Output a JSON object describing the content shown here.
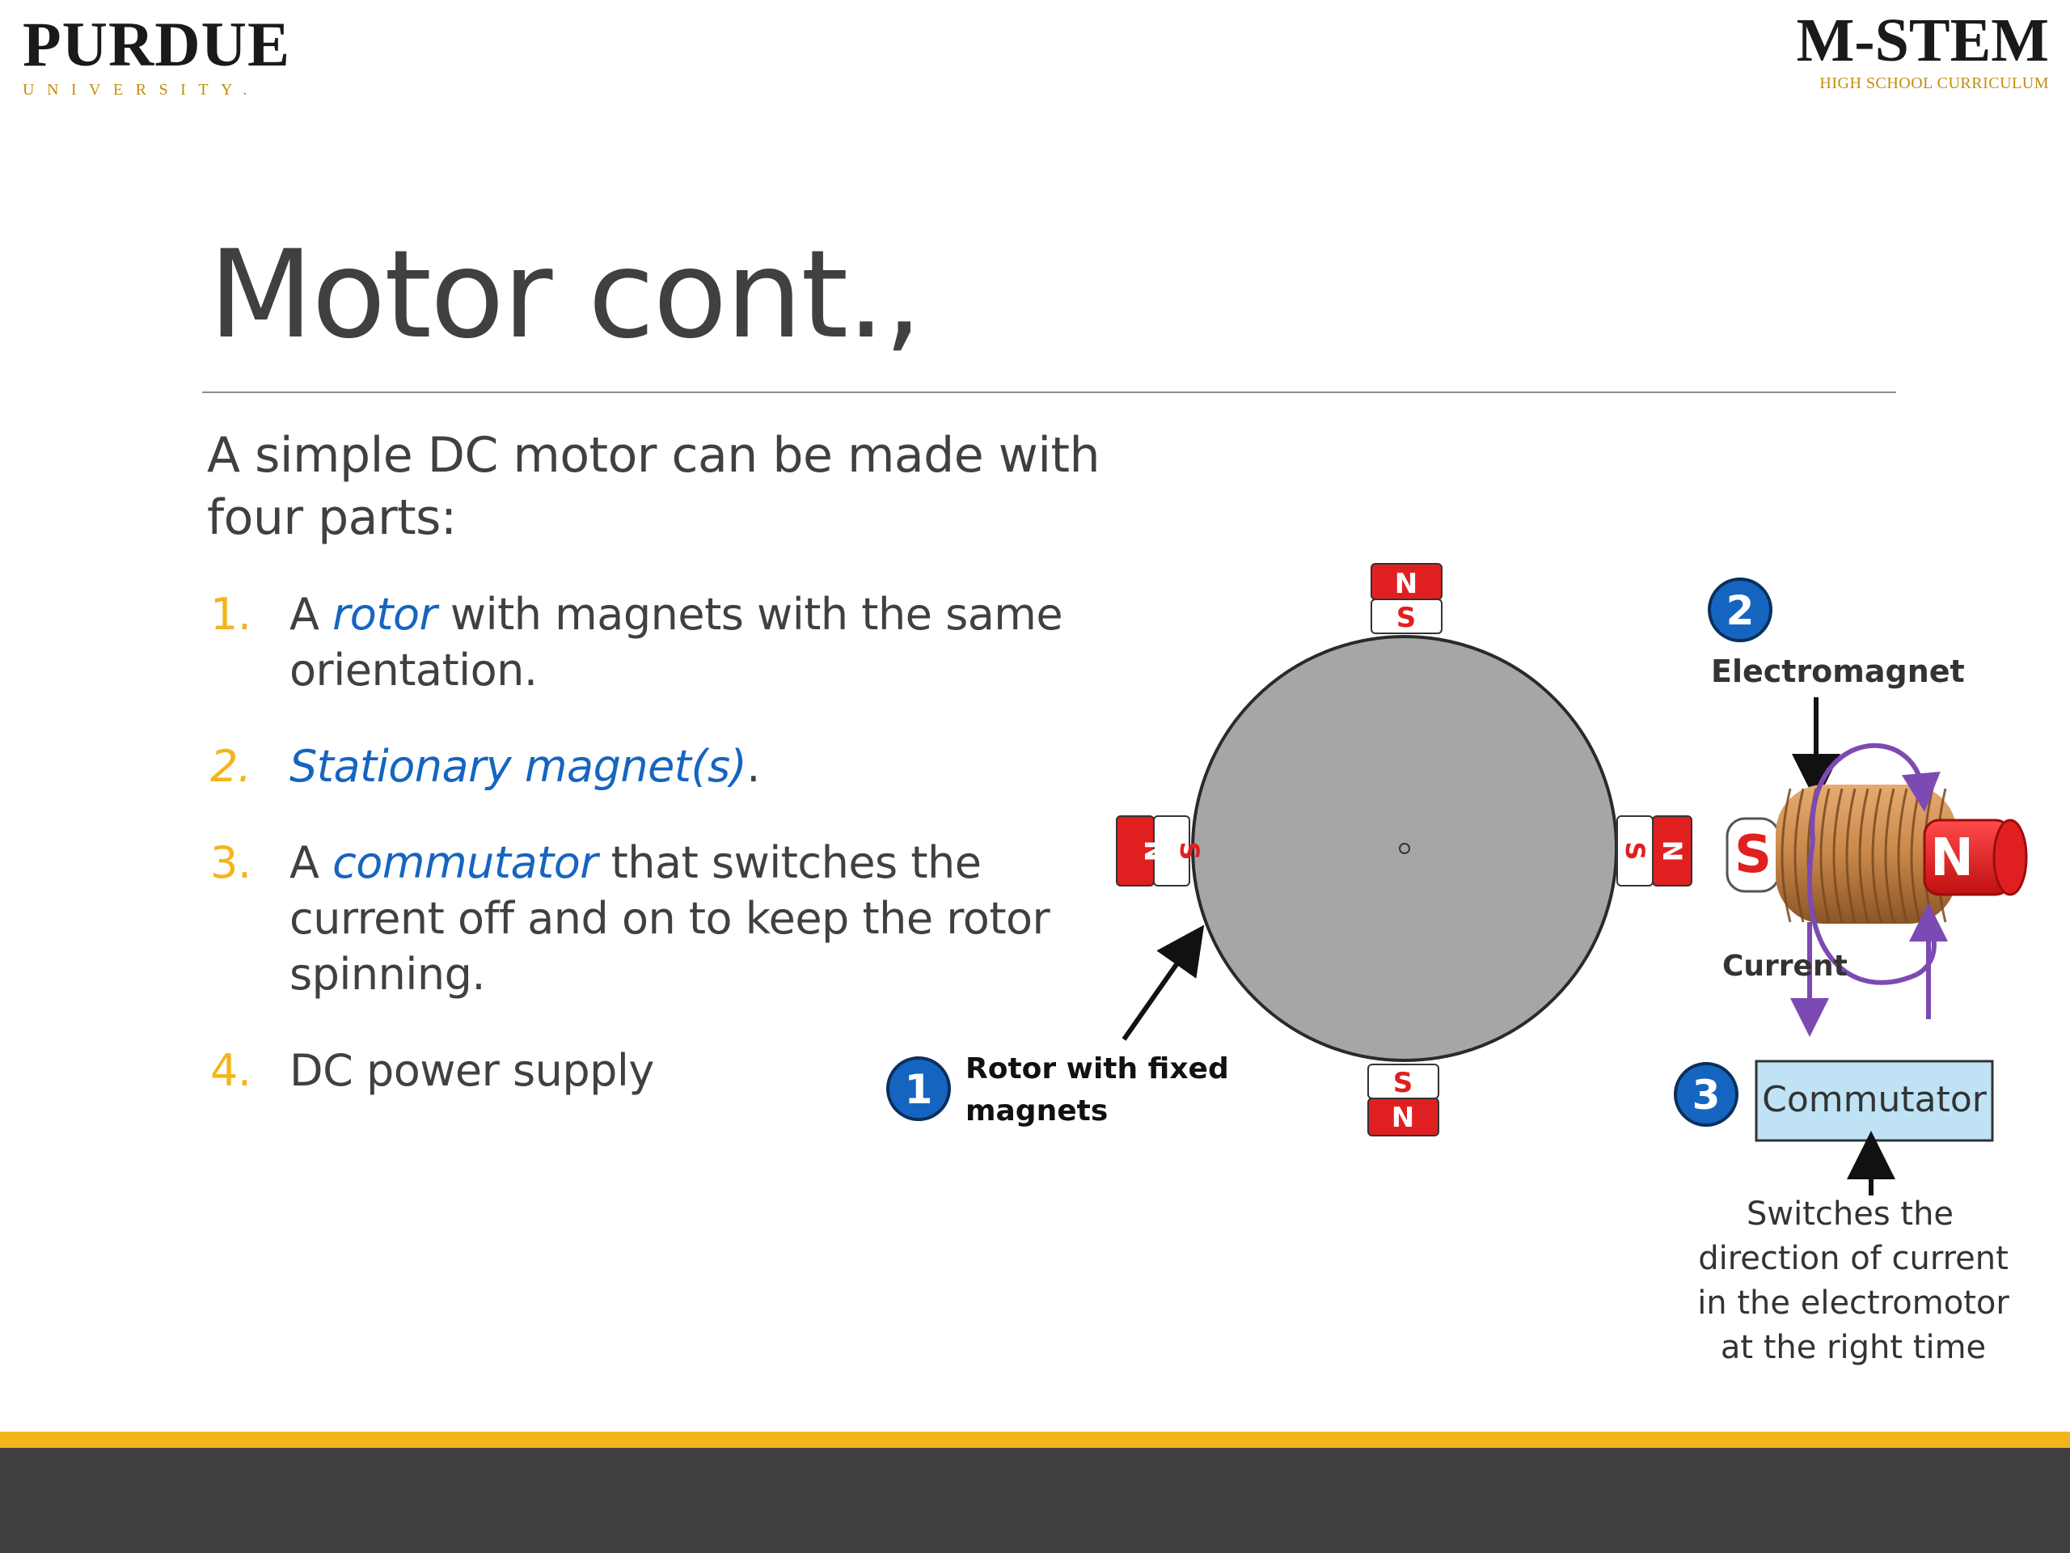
{
  "logos": {
    "left": {
      "name": "PURDUE",
      "sub": "UNIVERSITY."
    },
    "right": {
      "name": "M-STEM",
      "sub": "HIGH SCHOOL CURRICULUM"
    }
  },
  "slide": {
    "title": "Motor cont.,",
    "intro": "A simple DC motor can be made with four parts:",
    "items": [
      {
        "num": "1.",
        "pre": "A ",
        "kw": "rotor",
        "post": " with magnets with the same orientation."
      },
      {
        "num": "2.",
        "pre": "",
        "kw": "Stationary magnet(s)",
        "post": "."
      },
      {
        "num": "3.",
        "pre": "A ",
        "kw": "commutator",
        "post": " that switches the current off and on to keep the rotor spinning."
      },
      {
        "num": "4.",
        "pre": "DC power supply",
        "kw": "",
        "post": ""
      }
    ]
  },
  "diagram": {
    "rotor_label_line1": "Rotor with fixed",
    "rotor_label_line2": "magnets",
    "badge1": "1",
    "badge2": "2",
    "badge3": "3",
    "electromagnet": "Electromagnet",
    "current": "Current",
    "commutator": "Commutator",
    "switch_line1": "Switches the",
    "switch_line2": "direction of current",
    "switch_line3": "in the electromotor",
    "switch_line4": "at the right time",
    "pole_n": "N",
    "pole_s": "S",
    "colors": {
      "magnet_red": "#e02020",
      "badge_blue": "#1565c0",
      "rotor_gray": "#a6a6a7",
      "coil": "#c8874a",
      "current_arrow": "#7b4bb3",
      "commutator_box": "#bfe3f5"
    }
  }
}
